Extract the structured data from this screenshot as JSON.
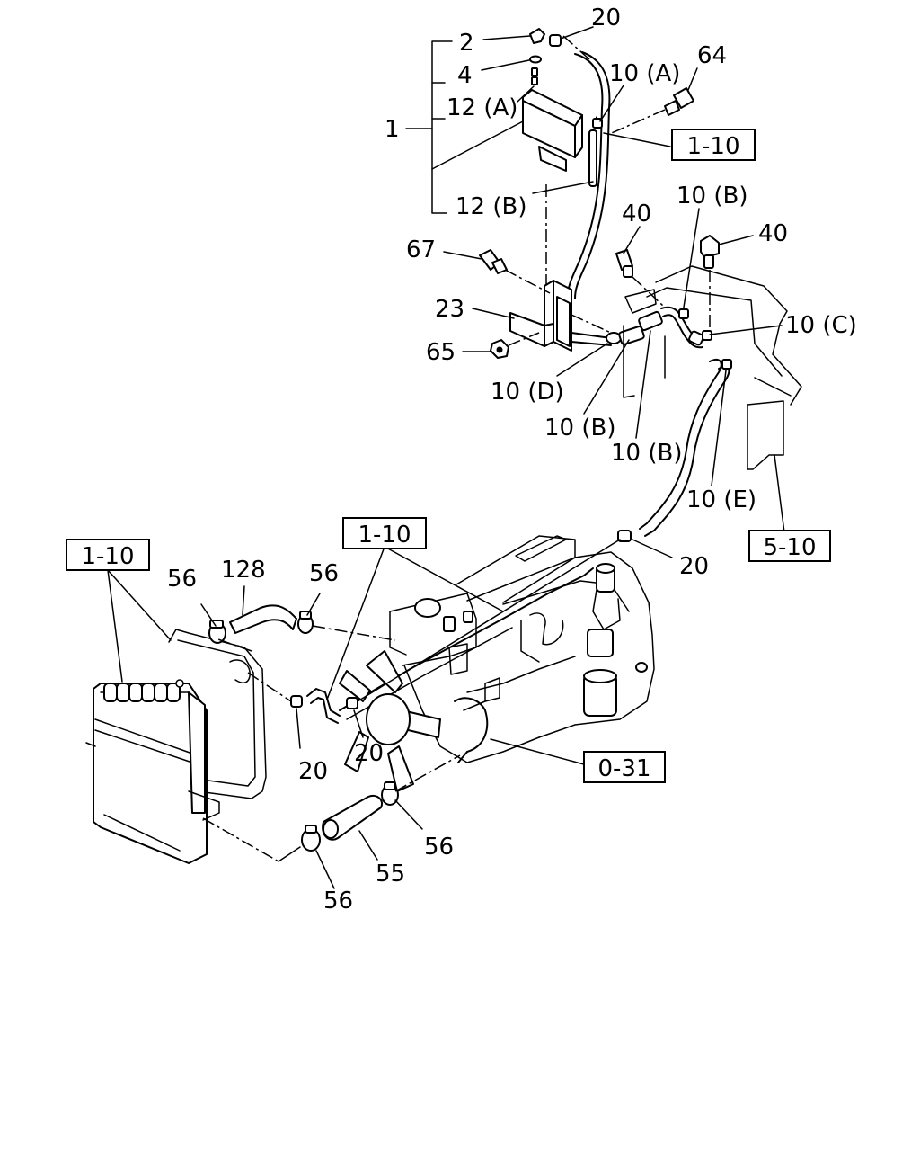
{
  "labels": {
    "p2": "2",
    "p4": "4",
    "p20_top": "20",
    "p10a": "10 (A)",
    "p64": "64",
    "p12a": "12 (A)",
    "p1": "1",
    "p12b": "12 (B)",
    "p67": "67",
    "p40_left": "40",
    "p10b_top": "10 (B)",
    "p40_right": "40",
    "p23": "23",
    "p10c": "10 (C)",
    "p65": "65",
    "p10d": "10 (D)",
    "p10b_1": "10 (B)",
    "p10b_2": "10 (B)",
    "p10e": "10 (E)",
    "p20_mid": "20",
    "p56_a": "56",
    "p128": "128",
    "p56_b": "56",
    "p20_l": "20",
    "p20_r": "20",
    "p56_c": "56",
    "p55": "55",
    "p56_d": "56"
  },
  "refs": {
    "r_top": "1-10",
    "r_left": "1-10",
    "r_mid": "1-10",
    "r_510": "5-10",
    "r_031": "0-31"
  }
}
